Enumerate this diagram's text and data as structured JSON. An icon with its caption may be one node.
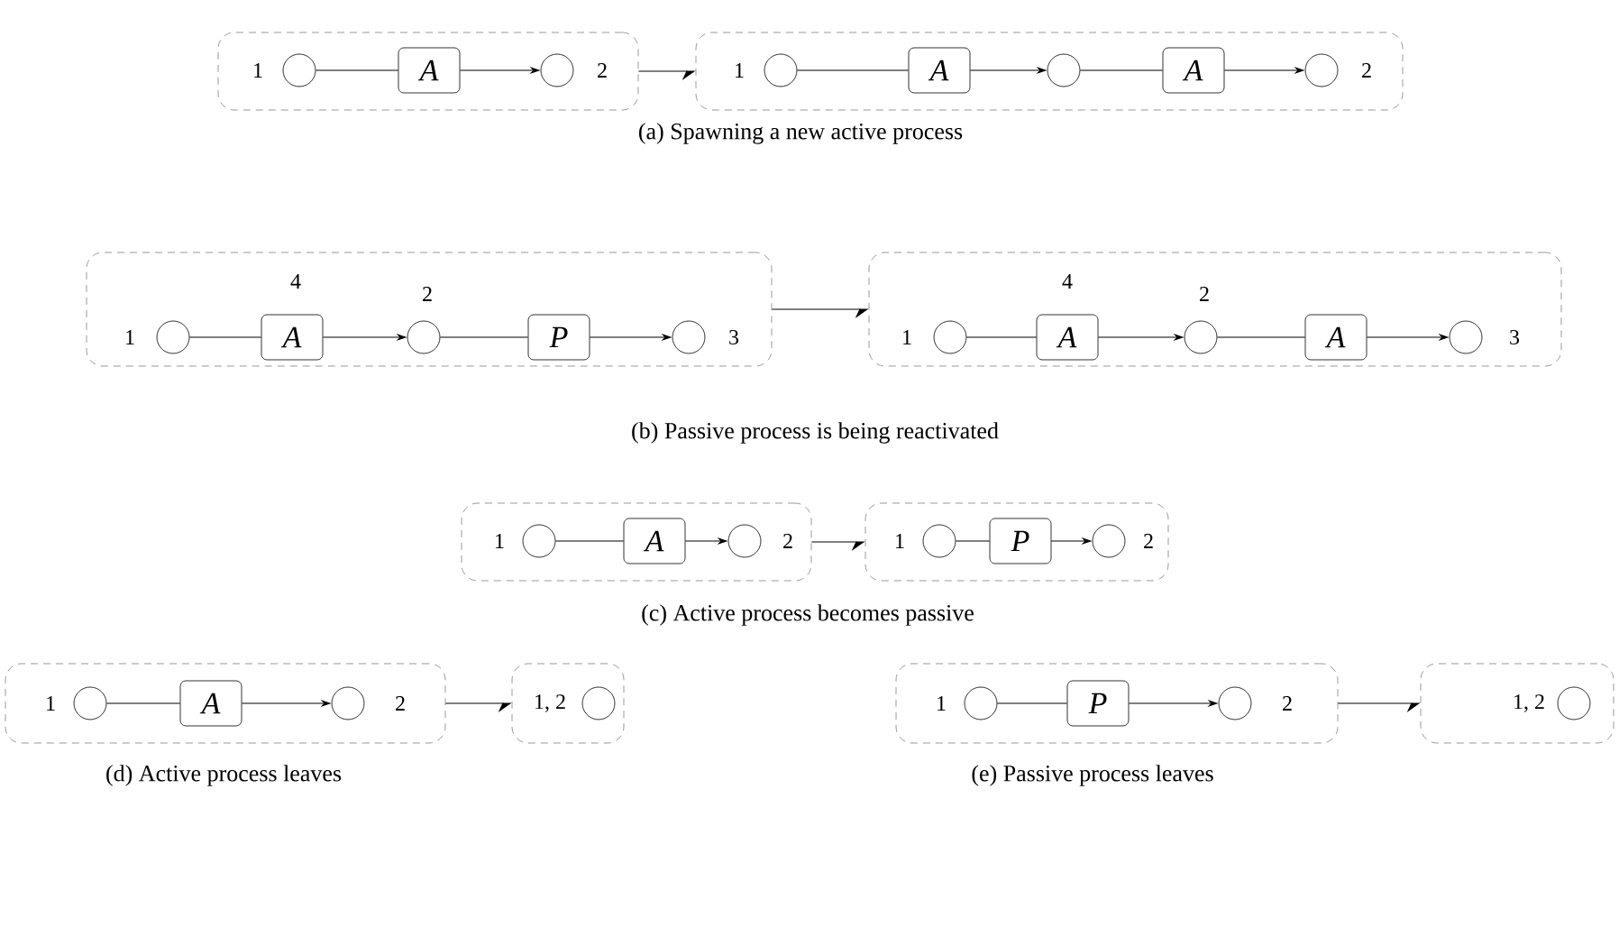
{
  "diagram": {
    "nodes": [
      {
        "text": [],
        "shape": "box"
      },
      {
        "text": [],
        "shape": "circle",
        "in": 0,
        "beside": [
          "1"
        ]
      },
      {
        "text": [
          "A"
        ],
        "in": 0
      },
      {
        "text": [],
        "shape": "circle",
        "in": 0,
        "beside": [
          "2"
        ]
      },
      {
        "text": [],
        "shape": "box"
      },
      {
        "text": [],
        "shape": "circle",
        "in": 4,
        "beside": [
          "1"
        ]
      },
      {
        "text": [
          "A"
        ],
        "in": 4
      },
      {
        "text": [],
        "shape": "circle",
        "in": 4
      },
      {
        "text": [
          "A"
        ],
        "in": 4
      },
      {
        "text": [],
        "shape": "circle",
        "in": 4,
        "beside": [
          "2"
        ]
      },
      {
        "text": [],
        "shape": "box"
      },
      {
        "text": [],
        "shape": "circle",
        "in": 10,
        "beside": [
          "1"
        ]
      },
      {
        "text": [
          "A"
        ],
        "in": 10,
        "beside": [
          "4"
        ]
      },
      {
        "text": [],
        "shape": "circle",
        "in": 10,
        "beside": [
          "2"
        ]
      },
      {
        "text": [
          "P"
        ],
        "in": 10
      },
      {
        "text": [],
        "shape": "circle",
        "in": 10,
        "beside": [
          "3"
        ]
      },
      {
        "text": [],
        "shape": "box"
      },
      {
        "text": [],
        "shape": "circle",
        "in": 16,
        "beside": [
          "1"
        ]
      },
      {
        "text": [
          "A"
        ],
        "in": 16,
        "beside": [
          "4"
        ]
      },
      {
        "text": [],
        "shape": "circle",
        "in": 16,
        "beside": [
          "2"
        ]
      },
      {
        "text": [
          "A"
        ],
        "in": 16
      },
      {
        "text": [],
        "shape": "circle",
        "in": 16,
        "beside": [
          "3"
        ]
      },
      {
        "text": [],
        "shape": "box"
      },
      {
        "text": [],
        "shape": "circle",
        "in": 22,
        "beside": [
          "1"
        ]
      },
      {
        "text": [
          "A"
        ],
        "in": 22
      },
      {
        "text": [],
        "shape": "circle",
        "in": 22,
        "beside": [
          "2"
        ]
      },
      {
        "text": [],
        "shape": "box"
      },
      {
        "text": [],
        "shape": "circle",
        "in": 26,
        "beside": [
          "1"
        ]
      },
      {
        "text": [
          "P"
        ],
        "in": 26
      },
      {
        "text": [],
        "shape": "circle",
        "in": 26,
        "beside": [
          "2"
        ]
      },
      {
        "text": [],
        "shape": "box"
      },
      {
        "text": [],
        "shape": "circle",
        "in": 30,
        "beside": [
          "1"
        ]
      },
      {
        "text": [
          "A"
        ],
        "in": 30
      },
      {
        "text": [],
        "shape": "circle",
        "in": 30,
        "beside": [
          "2"
        ]
      },
      {
        "text": [],
        "shape": "box"
      },
      {
        "text": [],
        "shape": "circle",
        "in": 34,
        "beside": [
          "1, 2"
        ]
      },
      {
        "text": [],
        "shape": "box"
      },
      {
        "text": [],
        "shape": "circle",
        "in": 36,
        "beside": [
          "1"
        ]
      },
      {
        "text": [
          "P"
        ],
        "in": 36
      },
      {
        "text": [],
        "shape": "circle",
        "in": 36,
        "beside": [
          "2"
        ]
      },
      {
        "text": [],
        "shape": "box"
      },
      {
        "text": [],
        "shape": "circle",
        "in": 40,
        "beside": [
          "1, 2"
        ]
      }
    ],
    "edges": [
      {
        "from": 1,
        "to": 2,
        "arrow": "none"
      },
      {
        "from": 2,
        "to": 3,
        "arrow": "to"
      },
      {
        "from": 0,
        "to": 4,
        "arrow": "to"
      },
      {
        "from": 5,
        "to": 6,
        "arrow": "none"
      },
      {
        "from": 6,
        "to": 7,
        "arrow": "to"
      },
      {
        "from": 7,
        "to": 8,
        "arrow": "none"
      },
      {
        "from": 8,
        "to": 9,
        "arrow": "to"
      },
      {
        "from": 11,
        "to": 12,
        "arrow": "none"
      },
      {
        "from": 12,
        "to": 13,
        "arrow": "to"
      },
      {
        "from": 13,
        "to": 14,
        "arrow": "none"
      },
      {
        "from": 14,
        "to": 15,
        "arrow": "to"
      },
      {
        "from": 10,
        "to": 16,
        "arrow": "to"
      },
      {
        "from": 17,
        "to": 18,
        "arrow": "none"
      },
      {
        "from": 18,
        "to": 19,
        "arrow": "to"
      },
      {
        "from": 19,
        "to": 20,
        "arrow": "none"
      },
      {
        "from": 20,
        "to": 21,
        "arrow": "to"
      },
      {
        "from": 23,
        "to": 24,
        "arrow": "none"
      },
      {
        "from": 24,
        "to": 25,
        "arrow": "to"
      },
      {
        "from": 22,
        "to": 26,
        "arrow": "to"
      },
      {
        "from": 27,
        "to": 28,
        "arrow": "none"
      },
      {
        "from": 28,
        "to": 29,
        "arrow": "to"
      },
      {
        "from": 31,
        "to": 32,
        "arrow": "none"
      },
      {
        "from": 32,
        "to": 33,
        "arrow": "to"
      },
      {
        "from": 30,
        "to": 34,
        "arrow": "to"
      },
      {
        "from": 37,
        "to": 38,
        "arrow": "none"
      },
      {
        "from": 38,
        "to": 39,
        "arrow": "to"
      },
      {
        "from": 36,
        "to": 40,
        "arrow": "to"
      }
    ],
    "labels": [
      "(a) Spawning a new active process",
      "(b) Passive process is being reactivated",
      "(c) Active process becomes passive",
      "(d) Active process leaves",
      "(e) Passive process leaves"
    ]
  }
}
